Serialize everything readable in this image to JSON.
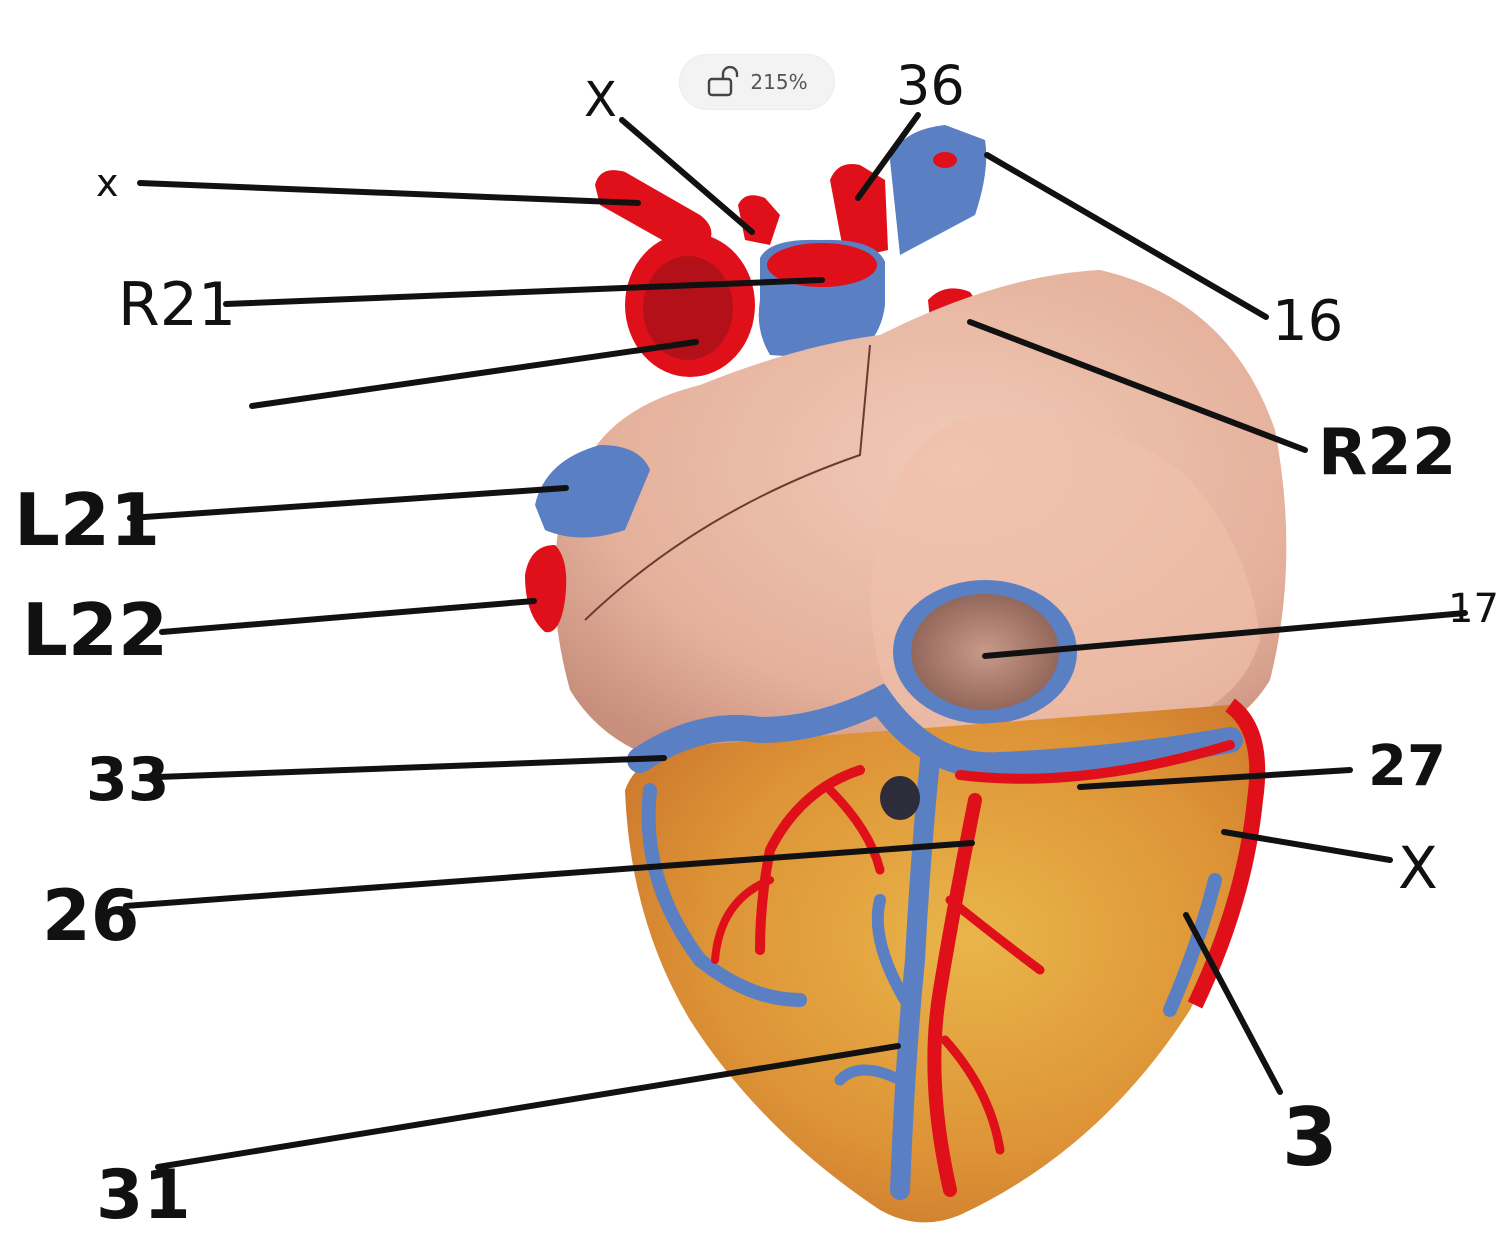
{
  "zoom": {
    "level": "215%",
    "icon": "unlock-icon"
  },
  "colors": {
    "artery": "#e0101a",
    "vein": "#5a7fc3",
    "heart_wall": "#e8b7a2",
    "myocardium": "#e2a33a",
    "leader_line": "#111111"
  },
  "labels": {
    "x_top_left": "x",
    "x_top": "X",
    "l36": "36",
    "l16": "16",
    "r21": "R21",
    "r22": "R22",
    "blank": "",
    "l21": "L21",
    "l22": "L22",
    "l17": "17",
    "l33": "33",
    "l27": "27",
    "x_right": "X",
    "l26": "26",
    "l3": "3",
    "l31": "31"
  }
}
